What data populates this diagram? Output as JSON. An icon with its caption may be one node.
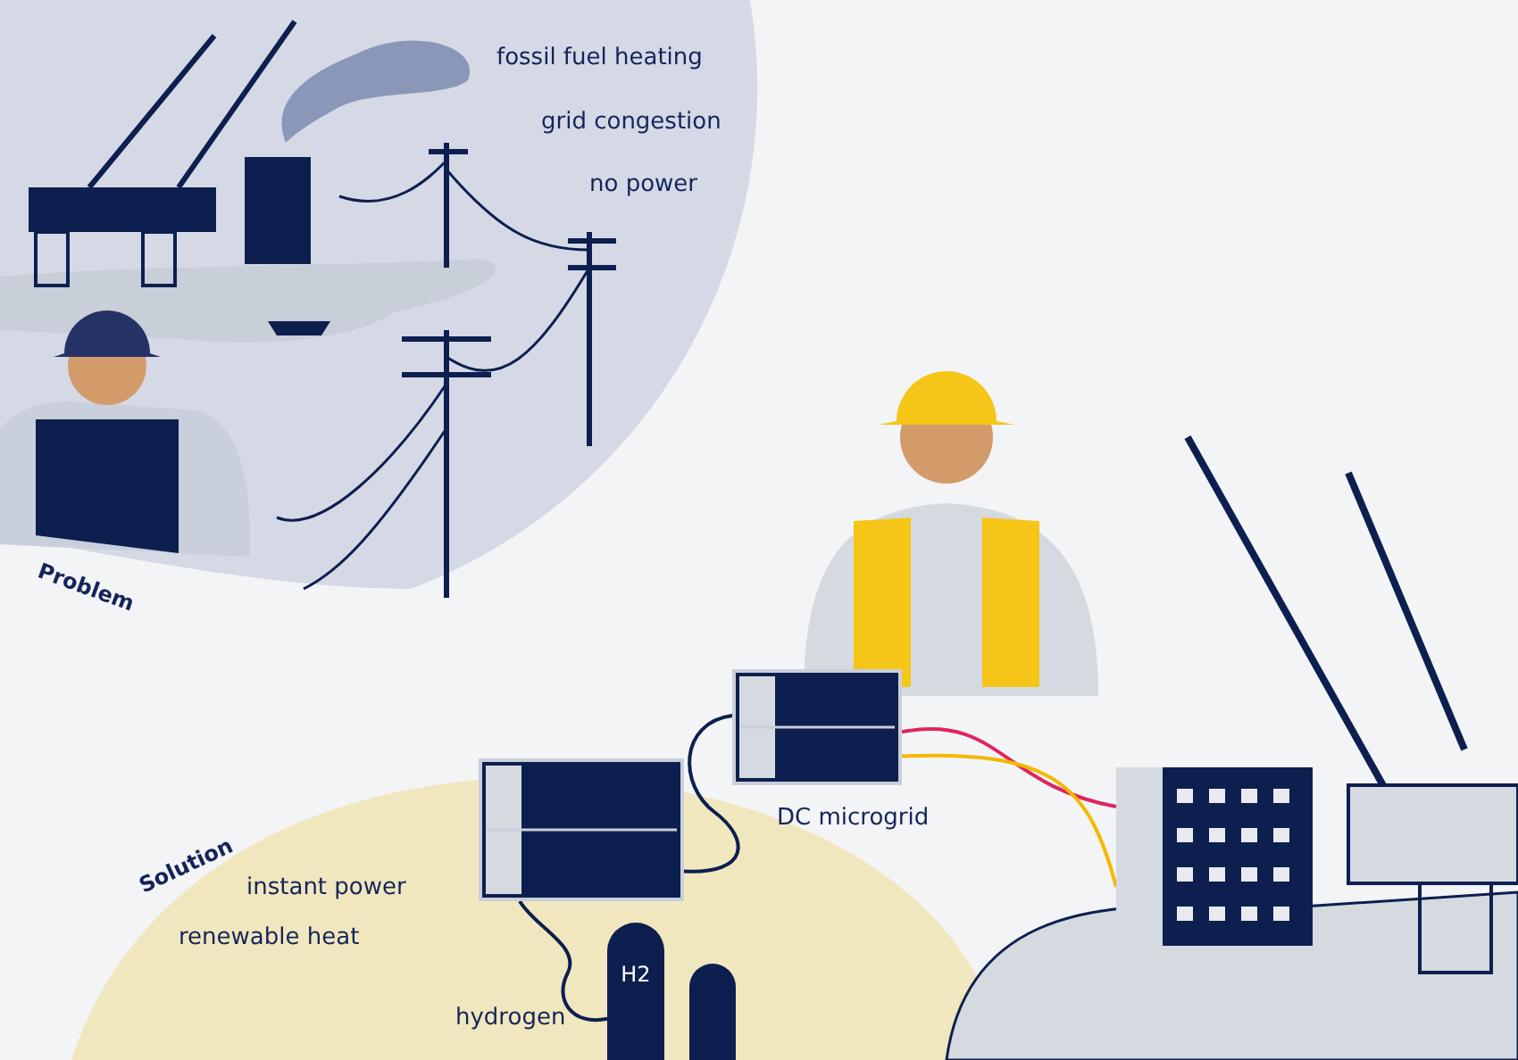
{
  "diagram": {
    "nodes": [
      {
        "text": [
          "H2"
        ]
      },
      {
        "text": [],
        "shape": "cylinder"
      },
      {
        "text": [],
        "shape": "box"
      },
      {
        "text": [],
        "shape": "box"
      },
      {
        "text": [],
        "shape": "picture"
      }
    ],
    "edges": [
      {
        "from": 0,
        "to": 2,
        "arrow": "none"
      },
      {
        "from": 2,
        "to": 3,
        "arrow": "none"
      },
      {
        "from": 3,
        "to": 4,
        "arrow": "none",
        "color": "#e0245e"
      },
      {
        "from": 3,
        "to": 4,
        "arrow": "none",
        "color": "#f5b800"
      }
    ],
    "labels": [
      "fossil fuel heating",
      "grid congestion",
      "no power",
      "Problem",
      "Solution",
      "instant power",
      "renewable heat",
      "DC microgrid",
      "hydrogen"
    ]
  }
}
